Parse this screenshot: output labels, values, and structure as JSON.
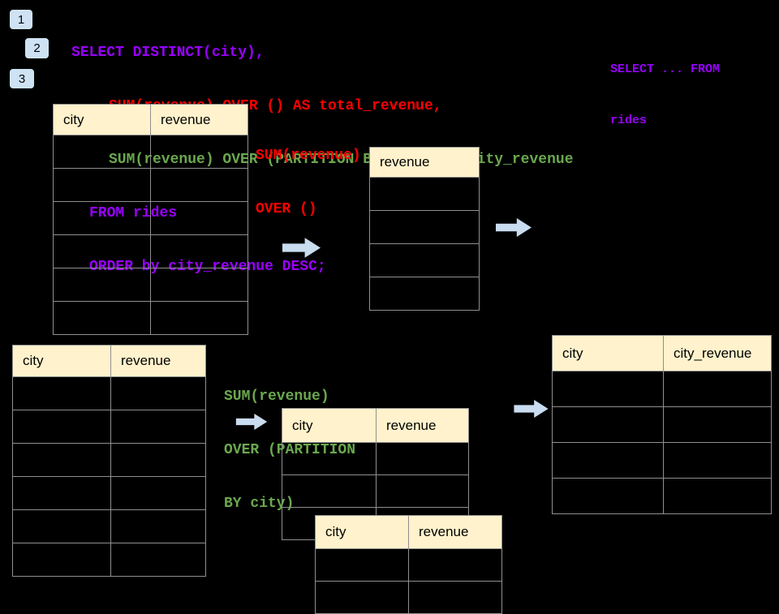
{
  "colors": {
    "background": "#000000",
    "code_purple": "#9900ff",
    "code_red": "#ff0000",
    "code_green": "#6aa84f",
    "table_header_fill": "#fff2cc",
    "table_border": "#8f8f8f",
    "arrow_fill": "#c9dcf0",
    "badge_fill": "#cfe2f3",
    "badge_border": "#000000"
  },
  "badges": [
    {
      "label": "1"
    },
    {
      "label": "2"
    },
    {
      "label": "3"
    }
  ],
  "sql_code": {
    "lines": [
      {
        "text": "SELECT DISTINCT(city),",
        "color": "purple"
      },
      {
        "text": "SUM(revenue) OVER () AS total_revenue,",
        "color": "red"
      },
      {
        "text": "SUM(revenue) OVER (PARTITION BY city) as city_revenue",
        "color": "green"
      },
      {
        "text": "FROM rides",
        "color": "purple"
      },
      {
        "text": "ORDER by city_revenue DESC;",
        "color": "purple"
      }
    ]
  },
  "side_note": {
    "line1": "SELECT ... FROM",
    "line2": "rides"
  },
  "annotations": {
    "total_revenue_label": {
      "line1": "SUM(revenue)",
      "line2": "OVER ()"
    },
    "partition_label": {
      "line1": "SUM(revenue)",
      "line2": "OVER (PARTITION",
      "line3": "BY city)"
    }
  },
  "tables": {
    "source_top": {
      "col1": "city",
      "col2": "revenue",
      "body_rows": 6
    },
    "total_result": {
      "col1": "revenue",
      "body_rows": 4
    },
    "source_bottom": {
      "col1": "city",
      "col2": "revenue",
      "body_rows": 6
    },
    "partition_step": {
      "col1": "city",
      "col2": "revenue",
      "body_rows": 3
    },
    "partition_overlay": {
      "col1": "city",
      "col2": "revenue",
      "body_rows": 2
    },
    "partition_result": {
      "col1": "city",
      "col2": "city_revenue",
      "body_rows": 4
    }
  }
}
